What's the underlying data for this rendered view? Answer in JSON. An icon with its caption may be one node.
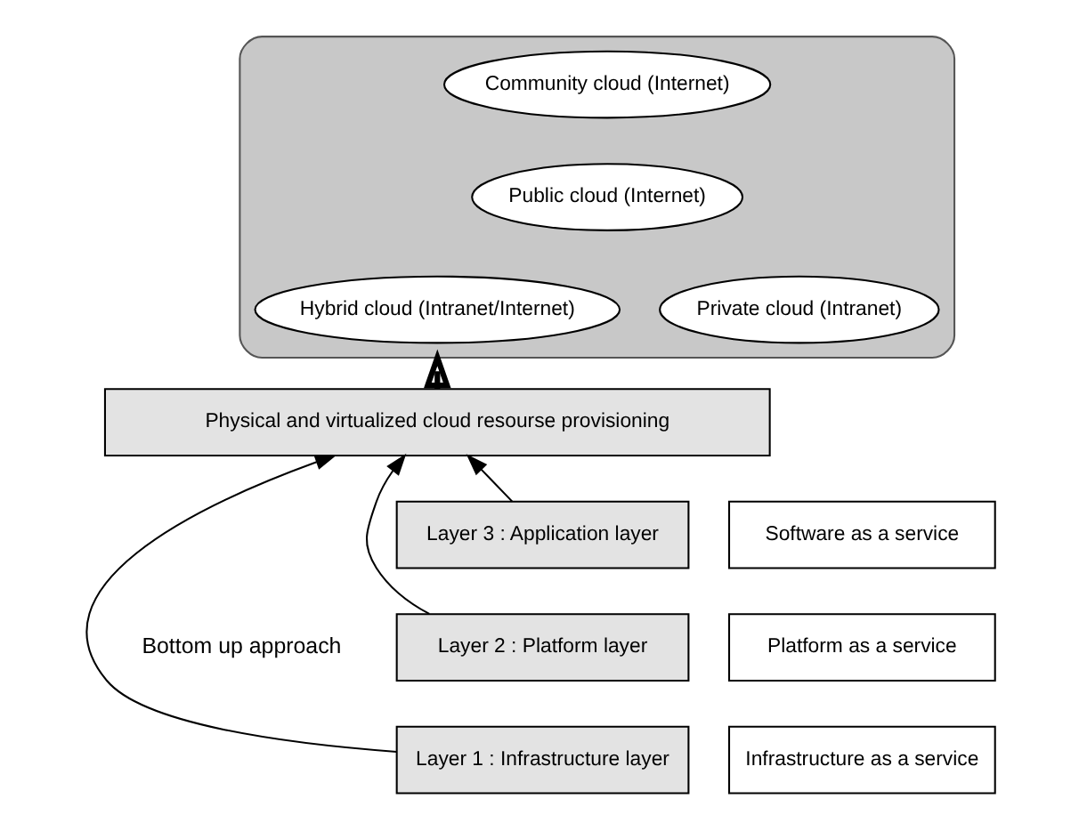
{
  "diagram": {
    "nodes": [
      {
        "text": [],
        "shape": "cloud"
      },
      {
        "text": [
          "Public cloud (Internet)"
        ],
        "in": 0
      },
      {
        "text": [
          "Private cloud (Intranet)"
        ],
        "in": 0
      },
      {
        "text": [
          "Community cloud (Internet)"
        ],
        "in": 0
      },
      {
        "text": [
          "Hybrid cloud (Intranet/Internet)"
        ],
        "in": 0
      },
      {
        "text": [
          "Physical and virtualized cloud resourse provisioning"
        ]
      },
      {
        "text": [
          "Layer 3 : Application layer"
        ]
      },
      {
        "text": [
          "Software as a service"
        ]
      },
      {
        "text": [
          "Layer 2 : Platform layer"
        ]
      },
      {
        "text": [
          "Platform as a service"
        ]
      },
      {
        "text": [
          "Layer 1 : Infrastructure layer"
        ]
      },
      {
        "text": [
          "Infrastructure as a service"
        ]
      }
    ],
    "edges": [
      {
        "from": 5,
        "to": 0,
        "arrow": "to",
        "style": "thick"
      },
      {
        "from": 10,
        "to": 5,
        "arrow": "to"
      },
      {
        "from": 8,
        "to": 5,
        "arrow": "to"
      },
      {
        "from": 6,
        "to": 5,
        "arrow": "to"
      }
    ],
    "labels": [
      "Bottom up approach"
    ]
  }
}
